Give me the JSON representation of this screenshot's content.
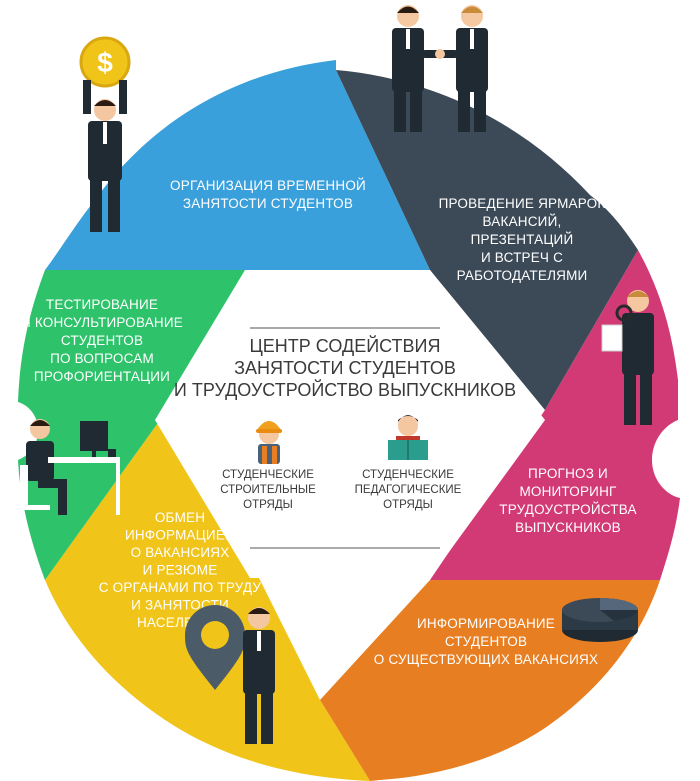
{
  "center": {
    "title_lines": [
      "ЦЕНТР СОДЕЙСТВИЯ",
      "ЗАНЯТОСТИ СТУДЕНТОВ",
      "И ТРУДОУСТРОЙСТВО ВЫПУСКНИКОВ"
    ],
    "items": [
      {
        "icon": "builder-helmet-icon",
        "lines": [
          "СТУДЕНЧЕСКИЕ",
          "СТРОИТЕЛЬНЫЕ",
          "ОТРЯДЫ"
        ]
      },
      {
        "icon": "reading-student-icon",
        "lines": [
          "СТУДЕНЧЕСКИЕ",
          "ПЕДАГОГИЧЕСКИЕ",
          "ОТРЯДЫ"
        ]
      }
    ]
  },
  "segments": [
    {
      "id": "temp-employment",
      "color": "#3aa0dc",
      "icon": "businessman-holding-coin-icon",
      "lines": [
        "ОРГАНИЗАЦИЯ ВРЕМЕННОЙ",
        "ЗАНЯТОСТИ СТУДЕНТОВ"
      ]
    },
    {
      "id": "job-fairs",
      "color": "#3c4a57",
      "icon": "handshake-icon",
      "lines": [
        "ПРОВЕДЕНИЕ ЯРМАРОК",
        "ВАКАНСИЙ,",
        "ПРЕЗЕНТАЦИЙ",
        "И ВСТРЕЧ С",
        "РАБОТОДАТЕЛЯМИ"
      ]
    },
    {
      "id": "forecast",
      "color": "#d23a75",
      "icon": "man-with-magnifier-icon",
      "lines": [
        "ПРОГНОЗ И",
        "МОНИТОРИНГ",
        "ТРУДОУСТРОЙСТВА",
        "ВЫПУСКНИКОВ"
      ]
    },
    {
      "id": "informing",
      "color": "#e87e22",
      "icon": "database-pie-icon",
      "lines": [
        "ИНФОРМИРОВАНИЕ",
        "СТУДЕНТОВ",
        "О СУЩЕСТВУЮЩИХ ВАКАНСИЯХ"
      ]
    },
    {
      "id": "exchange",
      "color": "#f0c419",
      "icon": "man-with-map-pin-icon",
      "lines": [
        "ОБМЕН",
        "ИНФОРМАЦИЕЙ",
        "О ВАКАНСИЯХ",
        "И РЕЗЮМЕ",
        "С ОРГАНАМИ ПО ТРУДУ",
        "И ЗАНЯТОСТИ",
        "НАСЕЛЕНИЯ"
      ]
    },
    {
      "id": "testing",
      "color": "#2ec36b",
      "icon": "man-at-desk-computer-icon",
      "lines": [
        "ТЕСТИРОВАНИЕ",
        "И КОНСУЛЬТИРОВАНИЕ",
        "СТУДЕНТОВ",
        "ПО ВОПРОСАМ",
        "ПРОФОРИЕНТАЦИИ"
      ]
    }
  ]
}
